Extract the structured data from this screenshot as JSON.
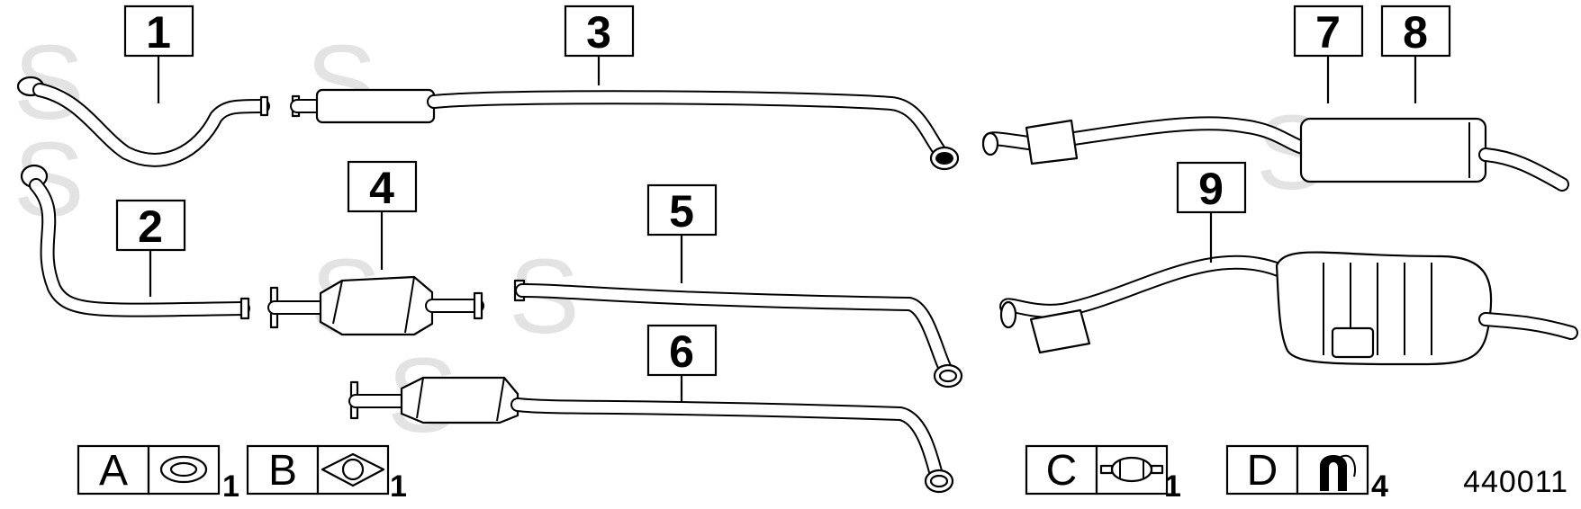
{
  "callouts": [
    {
      "id": "c1",
      "label": "1"
    },
    {
      "id": "c2",
      "label": "2"
    },
    {
      "id": "c3",
      "label": "3"
    },
    {
      "id": "c4",
      "label": "4"
    },
    {
      "id": "c5",
      "label": "5"
    },
    {
      "id": "c6",
      "label": "6"
    },
    {
      "id": "c7",
      "label": "7"
    },
    {
      "id": "c8",
      "label": "8"
    },
    {
      "id": "c9",
      "label": "9"
    }
  ],
  "legend": [
    {
      "letter": "A",
      "quantity": "1",
      "icon": "gasket-ring-icon"
    },
    {
      "letter": "B",
      "quantity": "1",
      "icon": "flange-gasket-icon"
    },
    {
      "letter": "C",
      "quantity": "1",
      "icon": "pipe-clamp-icon"
    },
    {
      "letter": "D",
      "quantity": "4",
      "icon": "rubber-hanger-icon"
    }
  ],
  "diagram_id": "440011",
  "watermark": {
    "glyph": "S",
    "color": "#e3e3e3"
  }
}
